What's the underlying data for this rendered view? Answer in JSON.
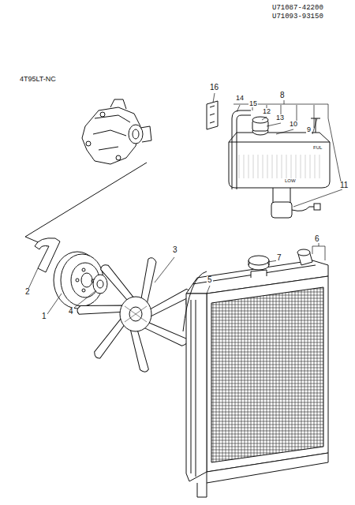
{
  "diagram": {
    "labels": [
      "U71087-42200",
      "U71093-93150",
      "4T95LT-NC",
      "16",
      "8",
      "14",
      "15",
      "12",
      "13",
      "10",
      "9",
      "11",
      "6",
      "7",
      "3",
      "5",
      "2",
      "1",
      "4",
      "FUL",
      "LOW"
    ]
  }
}
